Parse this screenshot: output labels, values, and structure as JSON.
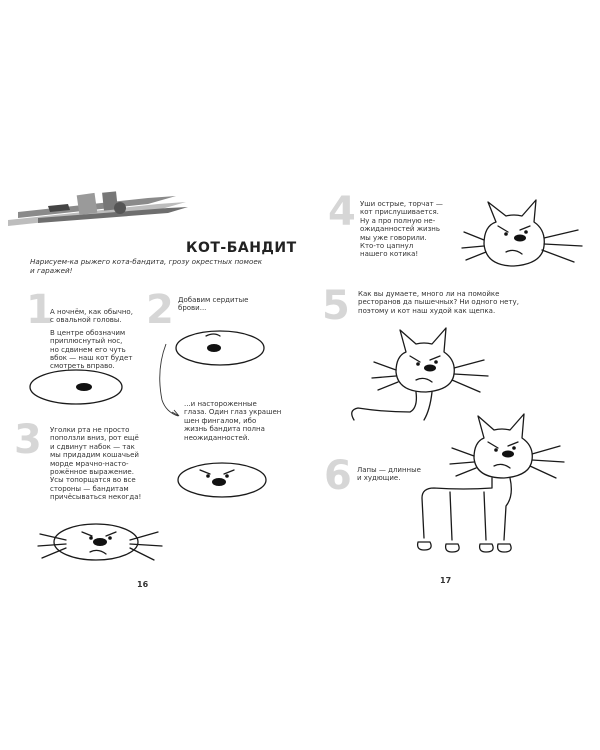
{
  "left_page": {
    "title": "КОТ-БАНДИТ",
    "intro": [
      "Нарисуем-ка рыжего кота-бандита, грозу окрестных помоек",
      "и гаражей!"
    ],
    "steps": [
      {
        "number": "1",
        "lines": [
          "А ночнём, как обычно,",
          "с овальной головы.",
          "",
          "В центре обозначим",
          "приплюснутый нос,",
          "но сдвинем его чуть",
          "вбок — наш кот будет",
          "смотреть вправо."
        ]
      },
      {
        "number": "2",
        "lines": [
          "Добавим сердитые",
          "брови..."
        ],
        "extra_lines": [
          "...и настороженные",
          "глаза. Один глаз украшен",
          "шен фингалом, ибо",
          "жизнь бандита полна",
          "неожиданностей."
        ]
      },
      {
        "number": "3",
        "lines": [
          "Уголки рта не просто",
          "поползли вниз, рот ещё",
          "и сдвинут набок — так",
          "мы придадим кошачьей",
          "морде мрачно-насто-",
          "рожённое выражение.",
          "Усы топорщатся во все",
          "стороны — бандитам",
          "причёсываться некогда!"
        ]
      }
    ],
    "page_number": "16"
  },
  "right_page": {
    "steps": [
      {
        "number": "4",
        "lines": [
          "Уши острые, торчат —",
          "кот прислушивается.",
          "Ну а про полную не-",
          "ожиданностей жизнь",
          "мы уже говорили.",
          "Кто-то цапнул",
          "нашего котика!"
        ]
      },
      {
        "number": "5",
        "lines": [
          "Как вы думаете, много ли на помойке",
          "ресторанов да пышечных? Ни одного нету,",
          "поэтому и кот наш худой как щепка."
        ]
      },
      {
        "number": "6",
        "lines": [
          "Лапы — длинные",
          "и худющие."
        ]
      }
    ],
    "page_number": "17"
  },
  "icons": {
    "pencils": "pencils-illustration-icon"
  }
}
